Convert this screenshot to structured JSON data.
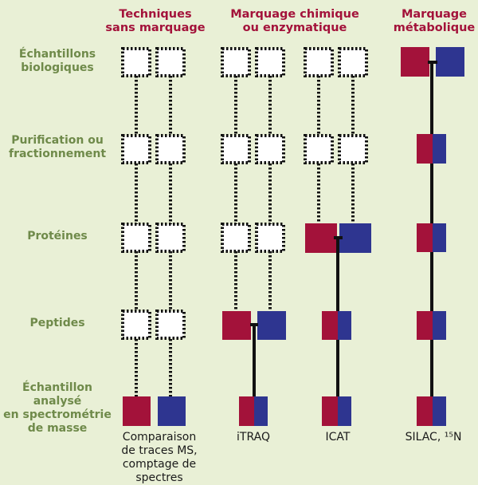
{
  "columns": {
    "label_free": [
      "Techniques",
      "sans marquage"
    ],
    "chemical": [
      "Marquage chimique",
      "ou enzymatique"
    ],
    "metabolic": [
      "Marquage",
      "métabolique"
    ]
  },
  "rows": {
    "samples": [
      "Échantillons",
      "biologiques"
    ],
    "purification": [
      "Purification ou",
      "fractionnement"
    ],
    "proteins": [
      "Protéines"
    ],
    "peptides": [
      "Peptides"
    ],
    "ms_sample": [
      "Échantillon",
      "analysé",
      "en spectrométrie",
      "de masse"
    ]
  },
  "captions": {
    "label_free": [
      "Comparaison",
      "de traces MS,",
      "comptage de spectres"
    ],
    "itraq": "iTRAQ",
    "icat": "ICAT",
    "silac": "SILAC, ¹⁵N"
  },
  "colors": {
    "background": "#e9f0d6",
    "red": "#a3123a",
    "blue": "#2e3590",
    "label_green": "#6f8a4a",
    "line": "#111111"
  }
}
